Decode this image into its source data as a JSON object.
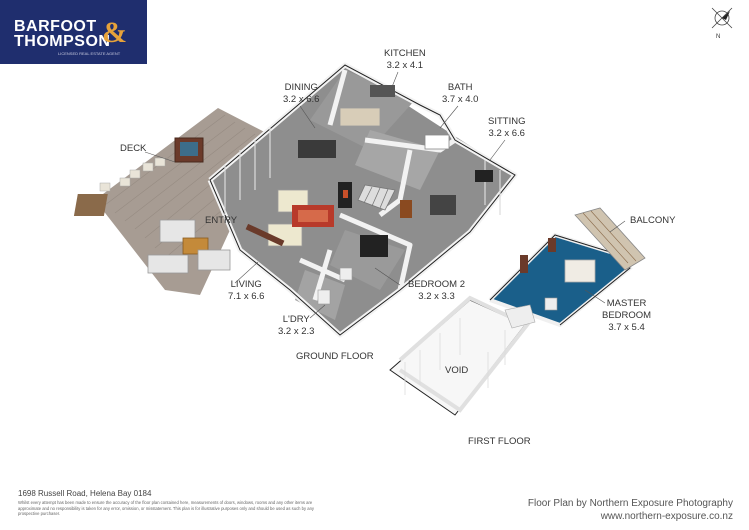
{
  "brand": {
    "line1": "BARFOOT",
    "line2": "THOMPSON",
    "ampersand": "&",
    "tagline": "LICENSED REAL ESTATE AGENT",
    "bg_color": "#1f2e6e",
    "accent_color": "#e6a23a"
  },
  "compass": {
    "label": "N"
  },
  "rooms": {
    "kitchen": {
      "name": "KITCHEN",
      "dims": "3.2 x 4.1"
    },
    "dining": {
      "name": "DINING",
      "dims": "3.2 x 6.6"
    },
    "bath": {
      "name": "BATH",
      "dims": "3.7 x 4.0"
    },
    "sitting": {
      "name": "SITTING",
      "dims": "3.2 x 6.6"
    },
    "deck": {
      "name": "DECK"
    },
    "entry": {
      "name": "ENTRY"
    },
    "living": {
      "name": "LIVING",
      "dims": "7.1 x 6.6"
    },
    "bedroom2": {
      "name": "BEDROOM 2",
      "dims": "3.2 x 3.3"
    },
    "ldry": {
      "name": "L'DRY",
      "dims": "3.2 x 2.3"
    },
    "balcony": {
      "name": "BALCONY"
    },
    "master": {
      "name1": "MASTER",
      "name2": "BEDROOM",
      "dims": "3.7 x 5.4"
    },
    "void": {
      "name": "VOID"
    }
  },
  "floors": {
    "ground": "GROUND FLOOR",
    "first": "FIRST FLOOR"
  },
  "footer": {
    "address": "1698 Russell Road, Helena Bay 0184",
    "disclaimer": "Whilst every attempt has been made to ensure the accuracy of the floor plan contained here, measurements of doors, windows, rooms and any other items are approximate and no responsibility is taken for any error, omission, or misstatement. This plan is for illustrative purposes only and should be used as such by any prospective purchaser.",
    "credit": "Floor Plan by Northern Exposure Photography",
    "website": "www.northern-exposure.co.nz"
  },
  "colors": {
    "floor": "#8e8e8e",
    "wall": "#f2f2f2",
    "deck": "#a79c93",
    "master_carpet": "#1a5f8a"
  }
}
